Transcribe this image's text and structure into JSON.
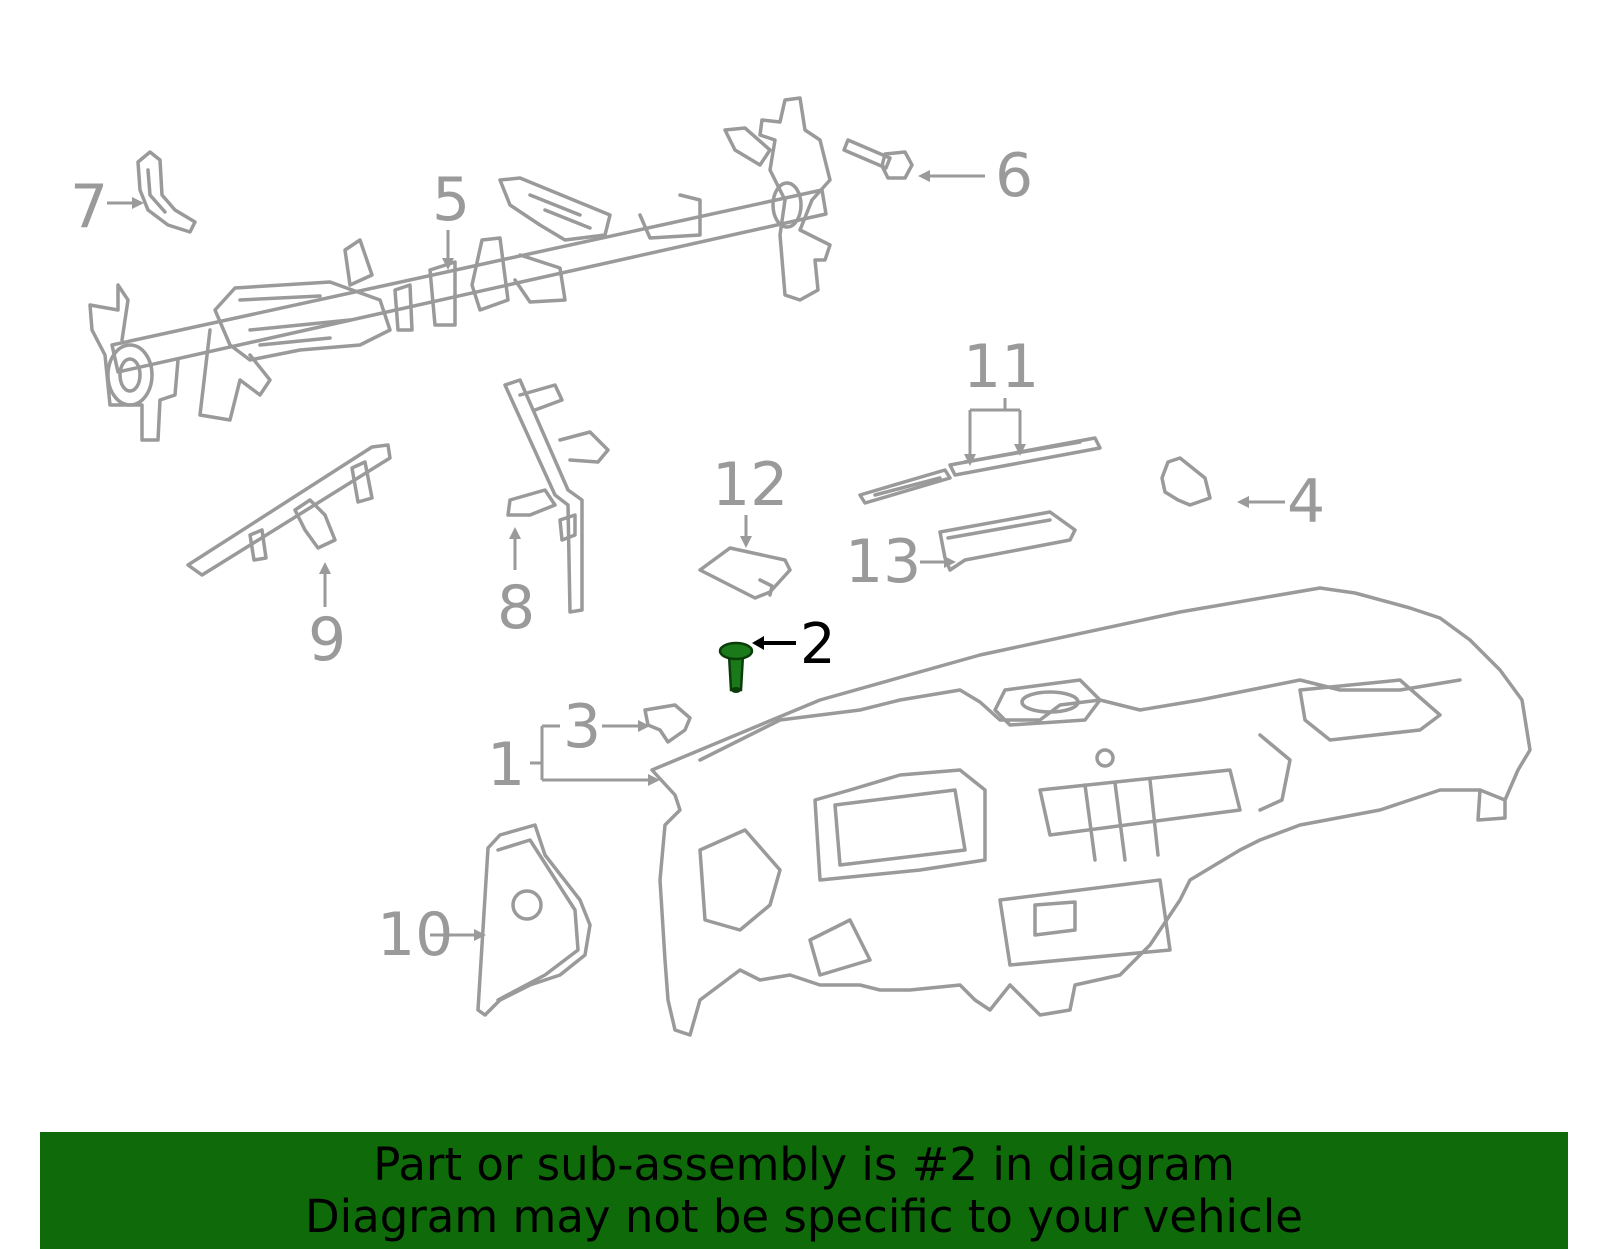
{
  "diagram": {
    "callouts": [
      {
        "id": "1",
        "label": "1"
      },
      {
        "id": "2",
        "label": "2"
      },
      {
        "id": "3",
        "label": "3"
      },
      {
        "id": "4",
        "label": "4"
      },
      {
        "id": "5",
        "label": "5"
      },
      {
        "id": "6",
        "label": "6"
      },
      {
        "id": "7",
        "label": "7"
      },
      {
        "id": "8",
        "label": "8"
      },
      {
        "id": "9",
        "label": "9"
      },
      {
        "id": "10",
        "label": "10"
      },
      {
        "id": "11",
        "label": "11"
      },
      {
        "id": "12",
        "label": "12"
      },
      {
        "id": "13",
        "label": "13"
      }
    ],
    "highlighted_part": "2",
    "colors": {
      "part_lines": "#9a9a9a",
      "highlight_part": "#1a7a1a",
      "banner_background": "#0f6a0a",
      "banner_text": "#000000"
    }
  },
  "banner": {
    "line1": "Part or sub-assembly is #2 in diagram",
    "line2": "Diagram may not be specific to your vehicle"
  }
}
